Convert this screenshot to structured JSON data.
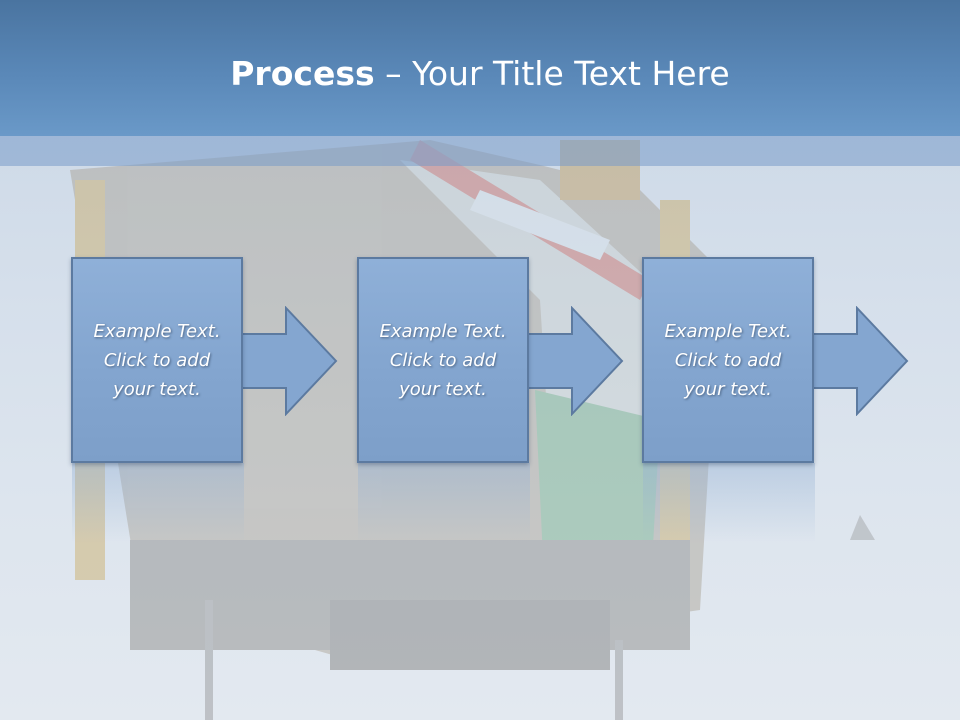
{
  "slide": {
    "title_bold": "Process",
    "title_rest": " – Your Title Text Here"
  },
  "steps": [
    {
      "text": "Example Text.\nClick  to add\nyour text."
    },
    {
      "text": "Example Text.\nClick  to add\nyour text."
    },
    {
      "text": "Example Text.\nClick  to add\nyour text."
    }
  ],
  "colors": {
    "title_band": "#5a88b8",
    "box_fill": "#84a6d0",
    "box_border": "#5c7aa0",
    "text": "#ffffff"
  }
}
